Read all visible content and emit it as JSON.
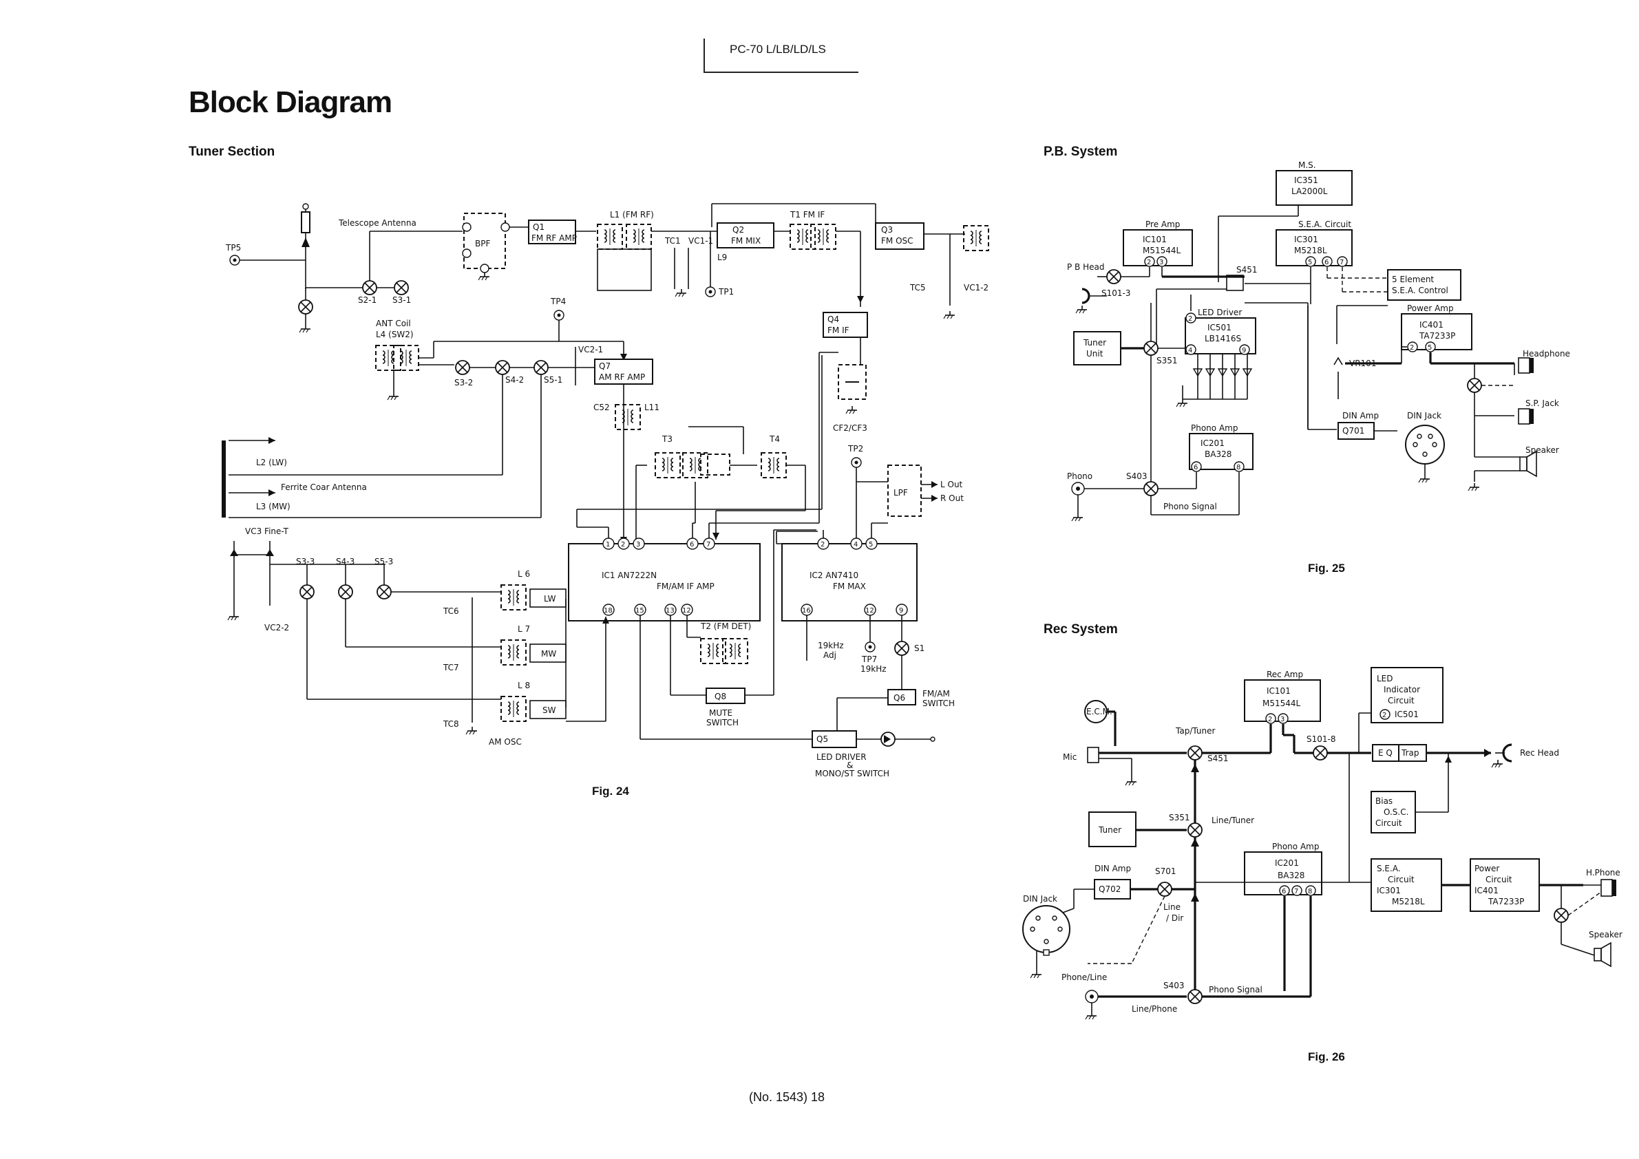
{
  "header": {
    "model": "PC-70 L/LB/LD/LS",
    "title": "Block Diagram"
  },
  "footer": {
    "page": "(No. 1543)  18"
  },
  "tuner": {
    "heading": "Tuner Section",
    "fig": "Fig. 24",
    "labels": {
      "telescope": "Telescope Antenna",
      "tp5": "TP5",
      "bpf": "BPF",
      "q1": "Q1",
      "q1b": "FM RF AMP",
      "l1": "L1 (FM RF)",
      "tc1": "TC1",
      "vc11": "VC1-1",
      "l9": "L9",
      "tp1": "TP1",
      "q2": "Q2",
      "q2b": "FM MIX",
      "t1": "T1 FM IF",
      "q3": "Q3",
      "q3b": "FM OSC",
      "tc5": "TC5",
      "vc12": "VC1-2",
      "s21": "S2-1",
      "s31": "S3-1",
      "antcoil": "ANT Coil",
      "l4": "L4 (SW2)",
      "tp4": "TP4",
      "vc21": "VC2-1",
      "q7": "Q7",
      "q7b": "AM RF AMP",
      "s32": "S3-2",
      "s42": "S4-2",
      "s51": "S5-1",
      "c52": "C52",
      "l11": "L11",
      "q4": "Q4",
      "q4b": "FM IF",
      "cf": "CF2/CF3",
      "t3": "T3",
      "t4": "T4",
      "l2": "L2 (LW)",
      "ferrite": "Ferrite Coar Antenna",
      "l3": "L3 (MW)",
      "tp2": "TP2",
      "lpf": "LPF",
      "lout": "L Out",
      "rout": "R Out",
      "vc3": "VC3  Fine-T",
      "s33": "S3-3",
      "s43": "S4-3",
      "s53": "S5-3",
      "vc22": "VC2-2",
      "l6": "L 6",
      "lw": "LW",
      "l7": "L 7",
      "mw": "MW",
      "l8": "L 8",
      "sw": "SW",
      "tc6": "TC6",
      "tc7": "TC7",
      "tc8": "TC8",
      "amosc": "AM OSC",
      "ic1a": "IC1   AN7222N",
      "ic1b": "FM/AM IF AMP",
      "t2": "T2 (FM DET)",
      "ic2a": "IC2   AN7410",
      "ic2b": "FM  MAX",
      "adj1": "19kHz",
      "adj2": "Adj",
      "tp7": "TP7",
      "tp7b": "19kHz",
      "s1": "S1",
      "q8": "Q8",
      "mute1": "MUTE",
      "mute2": "SWITCH",
      "q6": "Q6",
      "fmam1": "FM/AM",
      "fmam2": "SWITCH",
      "q5": "Q5",
      "led1": "LED DRIVER",
      "led2": "&",
      "led3": "MONO/ST SWITCH"
    }
  },
  "pb": {
    "heading": "P.B. System",
    "fig": "Fig. 25",
    "labels": {
      "ms": "M.S.",
      "ic351": "IC351",
      "la2000l": "LA2000L",
      "preamp": "Pre Amp",
      "ic101": "IC101",
      "m51544l": "M51544L",
      "sea": "S.E.A. Circuit",
      "ic301": "IC301",
      "m5218l": "M5218L",
      "pbhead1": "P B Head",
      "s1013": "S101-3",
      "s451": "S451",
      "leddrv": "LED Driver",
      "ic501": "IC501",
      "lb1416s": "LB1416S",
      "tuner1": "Tuner",
      "tuner2": "Unit",
      "s351": "S351",
      "elem1": "5 Element",
      "elem2": "S.E.A. Control",
      "power": "Power Amp",
      "ic401": "IC401",
      "ta7233p": "TA7233P",
      "vr101": "VR101",
      "headphone": "Headphone",
      "spjack": "S.P. Jack",
      "speaker": "Speaker",
      "dinamp": "DIN Amp",
      "q701": "Q701",
      "dinjack": "DIN Jack",
      "phonoamp": "Phono Amp",
      "ic201": "IC201",
      "ba328": "BA328",
      "phono": "Phono",
      "s403": "S403",
      "phonosig": "Phono Signal"
    }
  },
  "rec": {
    "heading": "Rec System",
    "fig": "Fig. 26",
    "labels": {
      "recamp": "Rec Amp",
      "ic101": "IC101",
      "m51544l": "M51544L",
      "led1": "LED",
      "led2": "Indicator",
      "led3": "Circuit",
      "led4": "IC501",
      "ecm": "E.C.M.",
      "taptuner": "Tap/Tuner",
      "s451": "S451",
      "s1018": "S101-8",
      "mic": "Mic",
      "eq": "E Q",
      "trap": "Trap",
      "rechead": "Rec Head",
      "bias1": "Bias",
      "bias2": "O.S.C.",
      "bias3": "Circuit",
      "tuner": "Tuner",
      "s351": "S351",
      "linetuner": "Line/Tuner",
      "phonoamp": "Phono Amp",
      "ic201": "IC201",
      "ba328": "BA328",
      "sea1": "S.E.A.",
      "sea2": "Circuit",
      "sea3": "IC301",
      "sea4": "M5218L",
      "pw1": "Power",
      "pw2": "Circuit",
      "pw3": "IC401",
      "pw4": "TA7233P",
      "hphone": "H.Phone",
      "speaker": "Speaker",
      "dinamp": "DIN Amp",
      "q702": "Q702",
      "s701": "S701",
      "line1": "Line",
      "line2": "/ Dir",
      "dinjack": "DIN Jack",
      "phoneline": "Phone/Line",
      "s403": "S403",
      "linephone": "Line/Phone",
      "phonosig": "Phono Signal"
    }
  }
}
